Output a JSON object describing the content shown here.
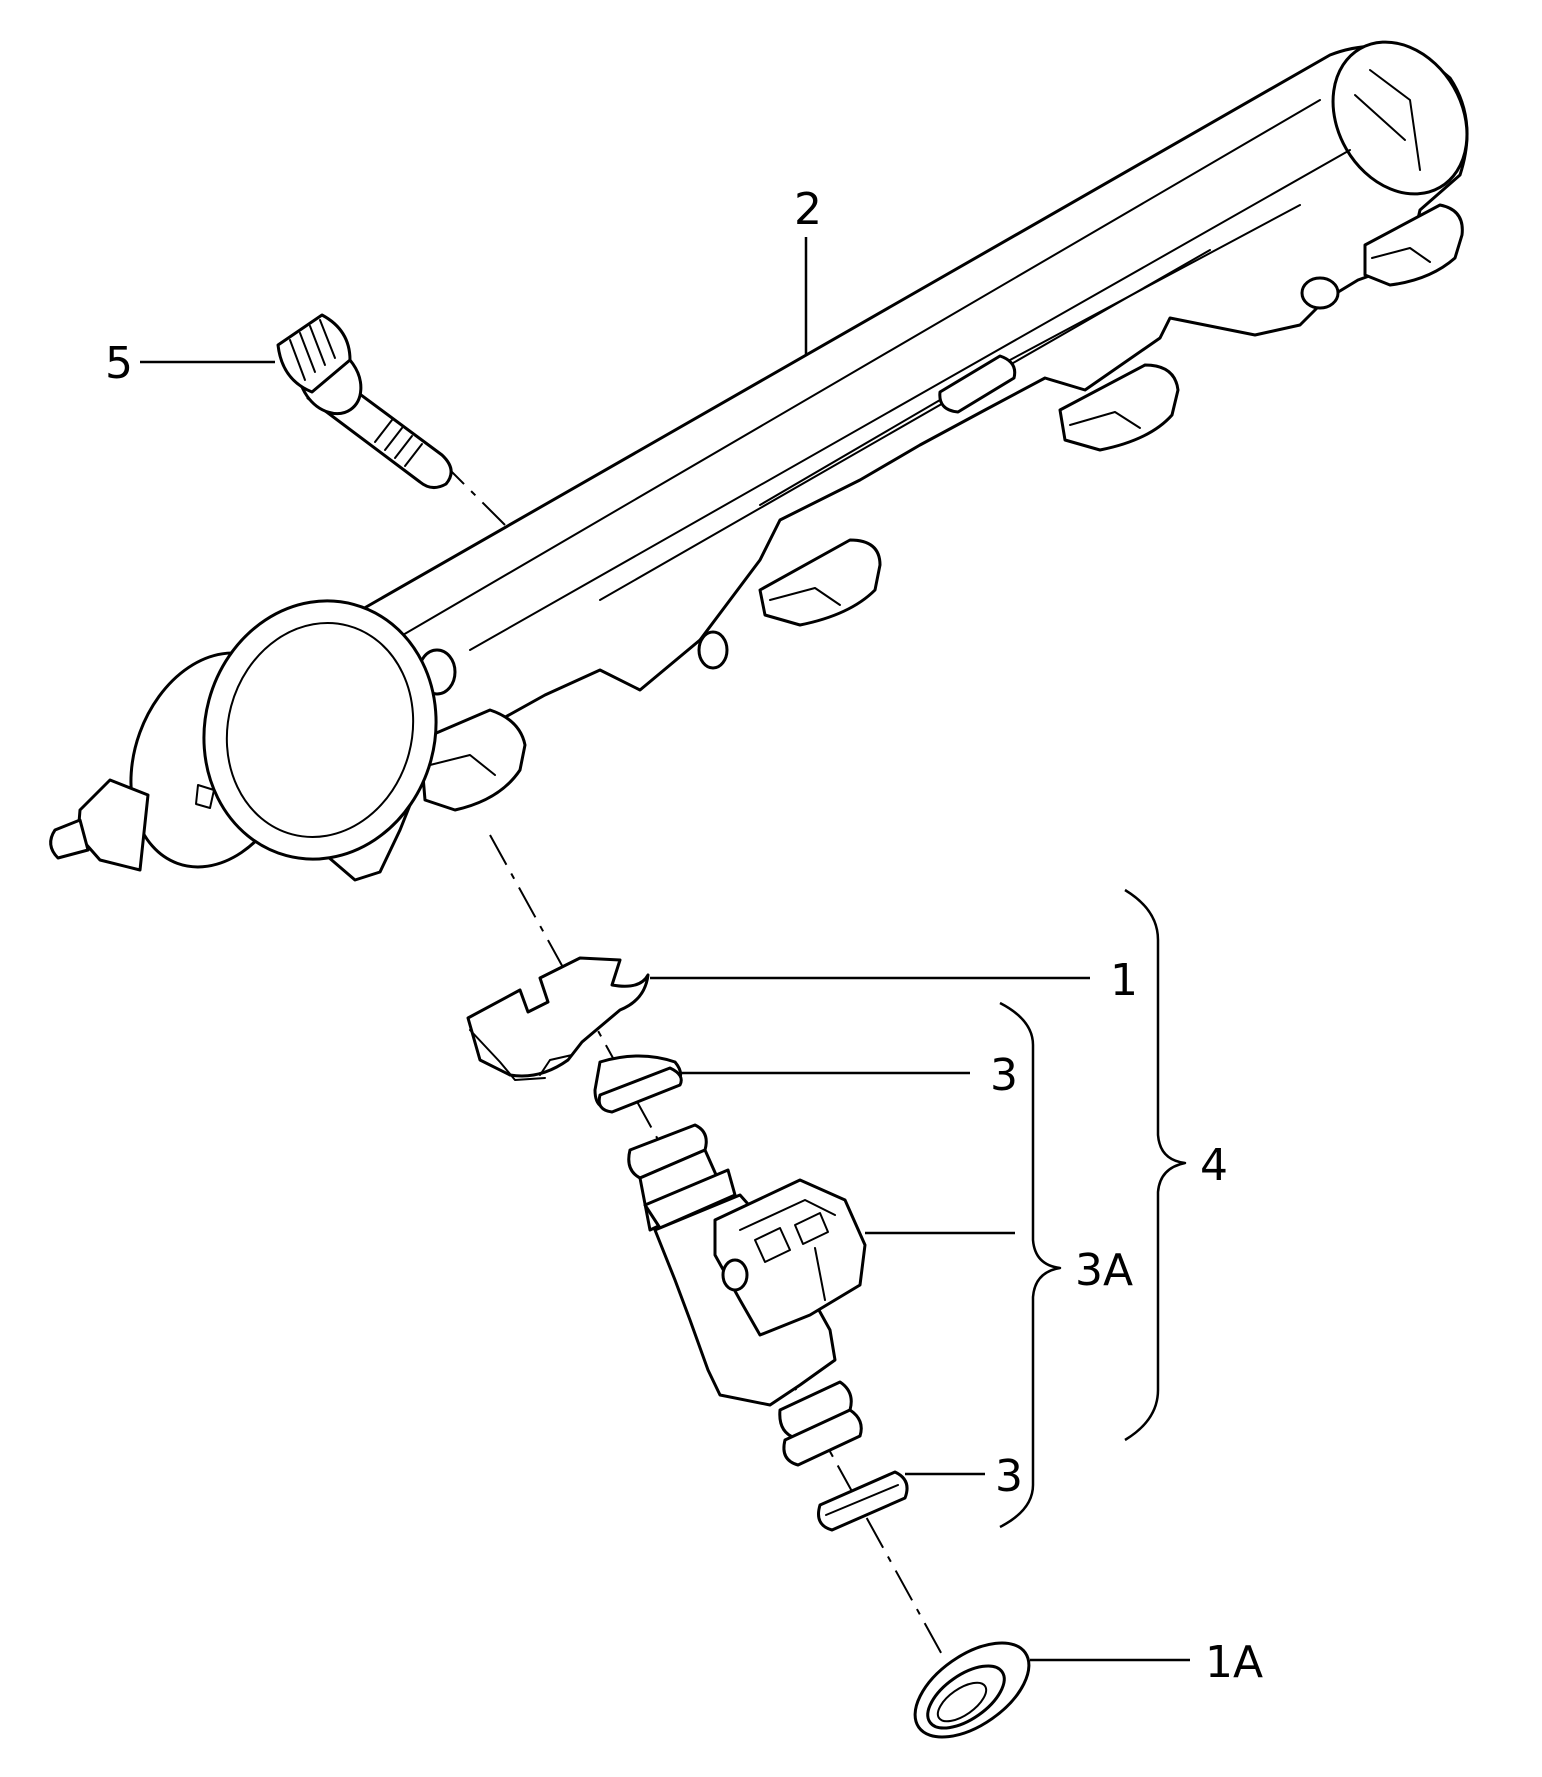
{
  "callouts": {
    "c1": "1",
    "c1a": "1A",
    "c2": "2",
    "c3_upper": "3",
    "c3_lower": "3",
    "c3a": "3A",
    "c4": "4",
    "c5": "5"
  },
  "colors": {
    "line": "#000000",
    "background": "#ffffff"
  }
}
